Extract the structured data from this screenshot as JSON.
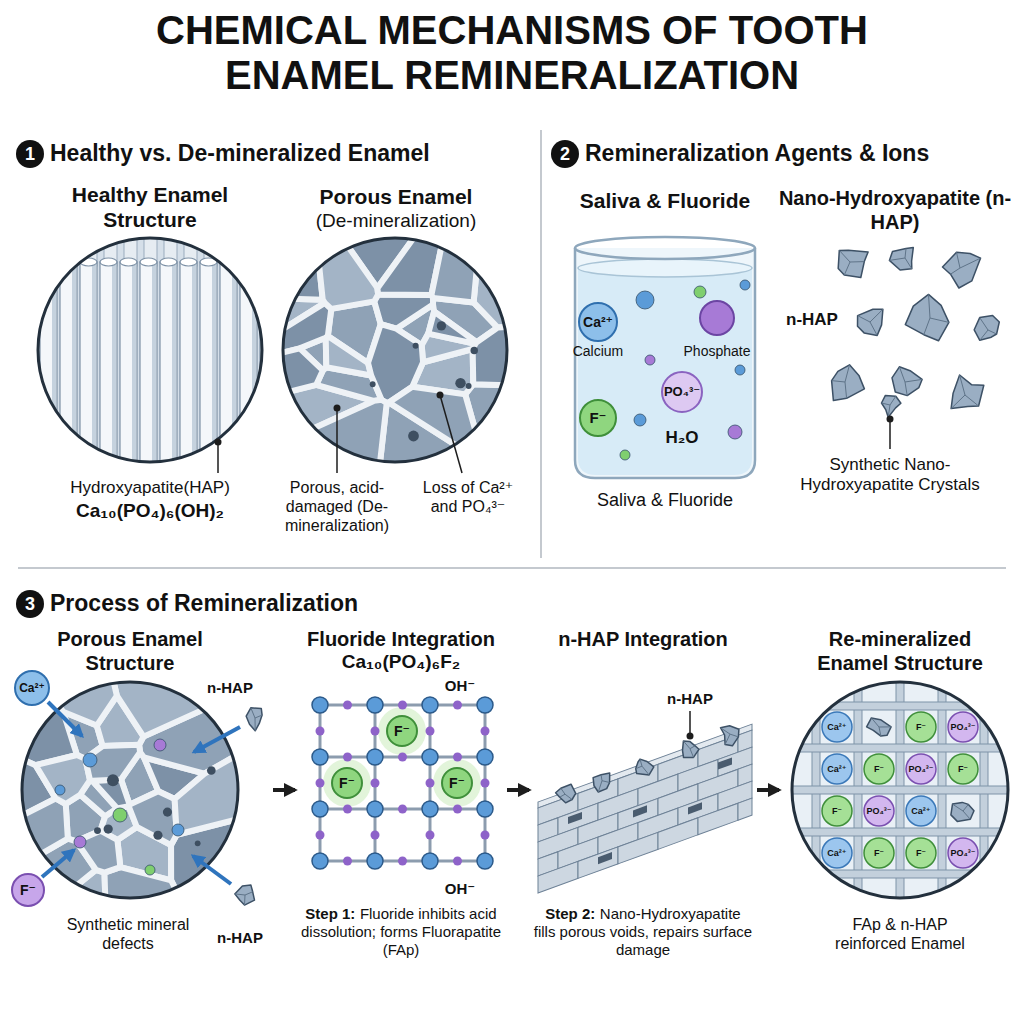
{
  "diagram": {
    "title": "CHEMICAL MECHANISMS OF TOOTH ENAMEL REMINERALIZATION",
    "nodes": [
      {
        "text": [
          "Healthy vs. De-mineralized Enamel"
        ]
      },
      {
        "text": [
          "Healthy Enamel Structure",
          "Hydroxyapatite(HAP)",
          "Ca₁₀(PO₄)₆(OH)₂"
        ],
        "in": 0
      },
      {
        "text": [
          "Porous Enamel",
          "(De-mineralization)",
          "Porous, acid-damaged (De-mineralization)",
          "Loss of Ca²⁺ and PO₄³⁻"
        ],
        "in": 0
      },
      {
        "text": [
          "Remineralization Agents & Ions"
        ]
      },
      {
        "text": [
          "Saliva & Fluoride",
          "Ca²⁺",
          "Calcium",
          "Phosphate",
          "PO₄³⁻",
          "F⁻",
          "H₂O",
          "Saliva & Fluoride"
        ],
        "in": 3
      },
      {
        "text": [
          "Nano-Hydroxyapatite (n-HAP)",
          "n-HAP",
          "Synthetic Nano-Hydroxyapatite Crystals"
        ],
        "in": 3
      },
      {
        "text": [
          "Process of Remineralization"
        ]
      },
      {
        "text": [
          "Porous Enamel Structure",
          "Ca²⁺",
          "n-HAP",
          "F⁻",
          "n-HAP",
          "Synthetic mineral defects"
        ],
        "in": 6
      },
      {
        "text": [
          "Fluoride Integration",
          "Ca₁₀(PO₄)₆F₂",
          "F⁻",
          "OH⁻",
          "F⁻",
          "F⁻",
          "OH⁻",
          "Step 1:",
          "Fluoride inhibits acid dissolution; forms Fluorapatite (FAp)"
        ],
        "in": 6
      },
      {
        "text": [
          "n-HAP Integration",
          "n-HAP",
          "Step 2:",
          "Nano-Hydroxyapatite fills porous voids, repairs surface damage"
        ],
        "in": 6
      },
      {
        "text": [
          "Re-mineralized Enamel Structure",
          "Ca²⁺",
          "F⁻",
          "PO₄³⁻",
          "Ca²⁺",
          "F⁻",
          "PO₄³⁻",
          "F⁻",
          "F⁻",
          "PO₄³⁻",
          "Ca²⁺",
          "Ca²⁺",
          "F⁻",
          "F⁻",
          "PO₄³⁻",
          "FAp & n-HAP reinforced Enamel"
        ],
        "in": 6
      }
    ],
    "edges": [
      {
        "from": 7,
        "to": 8,
        "arrow": "to"
      },
      {
        "from": 8,
        "to": 9,
        "arrow": "to"
      },
      {
        "from": 9,
        "to": 10,
        "arrow": "to"
      }
    ],
    "labels": [
      "1",
      "2",
      "3"
    ]
  }
}
